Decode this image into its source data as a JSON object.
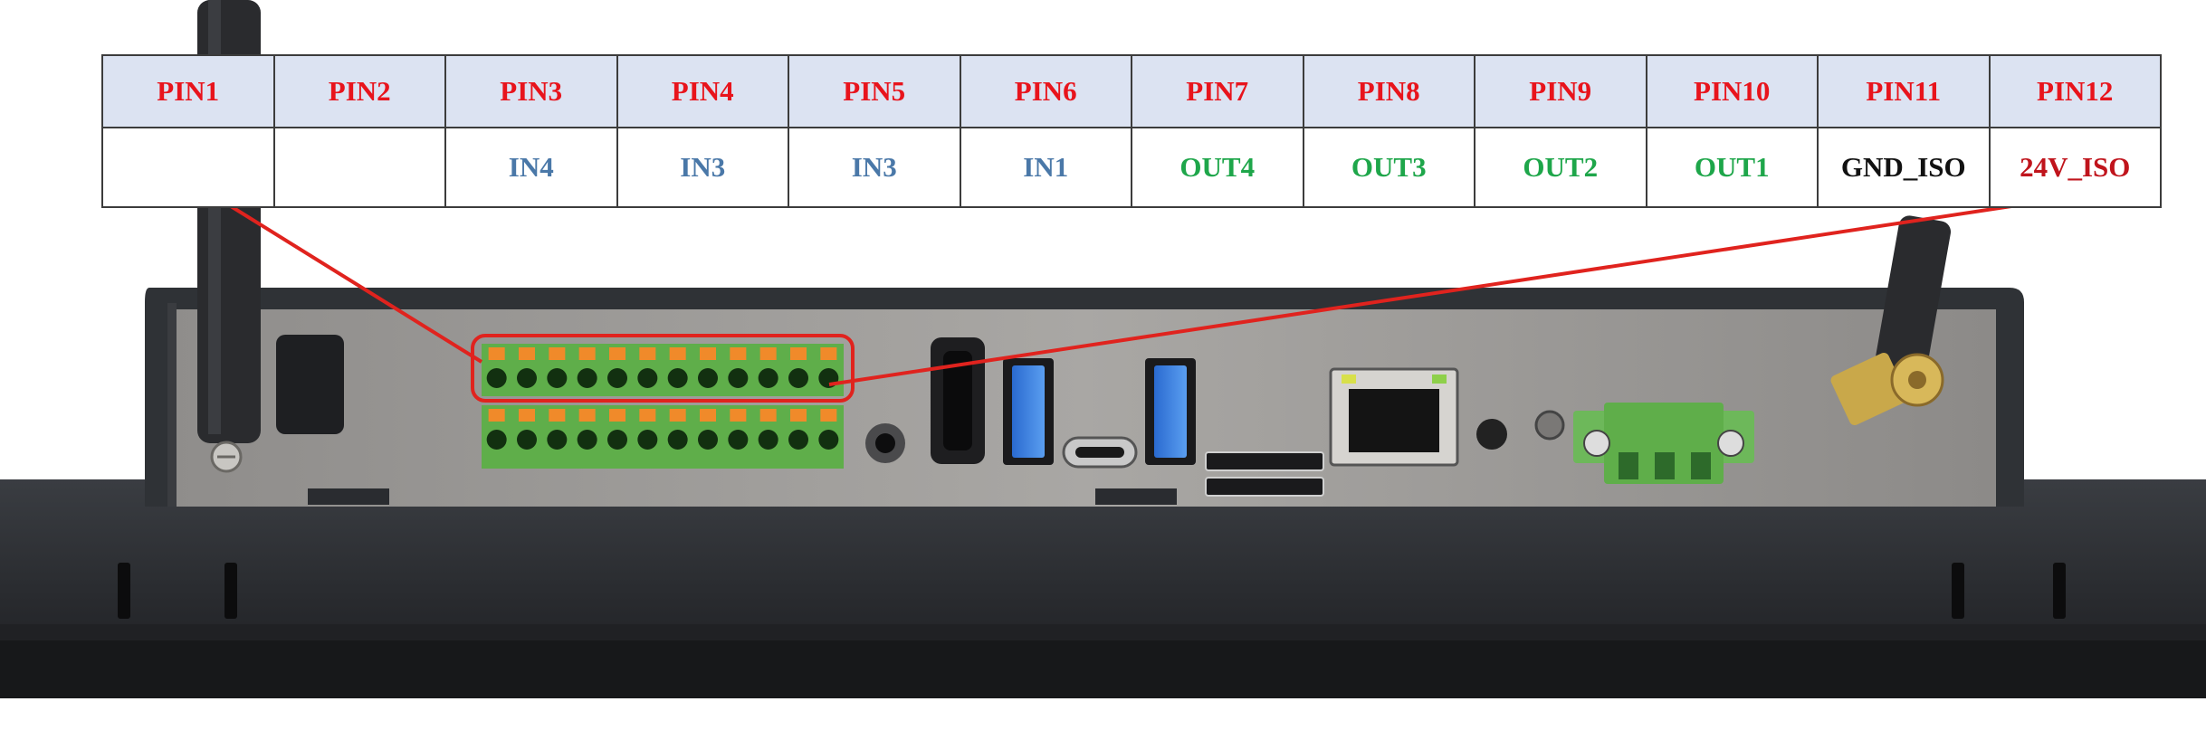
{
  "table": {
    "headers": [
      "PIN1",
      "PIN2",
      "PIN3",
      "PIN4",
      "PIN5",
      "PIN6",
      "PIN7",
      "PIN8",
      "PIN9",
      "PIN10",
      "PIN11",
      "PIN12"
    ],
    "signals": [
      "",
      "",
      "IN4",
      "IN3",
      "IN3",
      "IN1",
      "OUT4",
      "OUT3",
      "OUT2",
      "OUT1",
      "GND_ISO",
      "24V_ISO"
    ],
    "signal_colors": [
      "",
      "",
      "in",
      "in",
      "in",
      "in",
      "out",
      "out",
      "out",
      "out",
      "gnd",
      "pwr"
    ]
  },
  "colors": {
    "header_bg": "#dce3f2",
    "header_text": "#e8141c",
    "input_text": "#4a78a8",
    "output_text": "#1ea64a",
    "gnd_text": "#111111",
    "power_text": "#c0141c",
    "callout_line": "#e0231e",
    "terminal_green": "#5fae4a",
    "terminal_orange": "#f08a2a",
    "chassis": "#2e3135",
    "panel": "#9a9896"
  },
  "device": {
    "ports": [
      "antenna-left",
      "terminal-block-24pin",
      "audio-jack",
      "hdmi-port",
      "usb-a-port",
      "usb-c-port",
      "usb-a-port",
      "sd-card-slot",
      "rj45-ethernet-port",
      "led",
      "power-terminal-3pin",
      "antenna-right"
    ]
  }
}
